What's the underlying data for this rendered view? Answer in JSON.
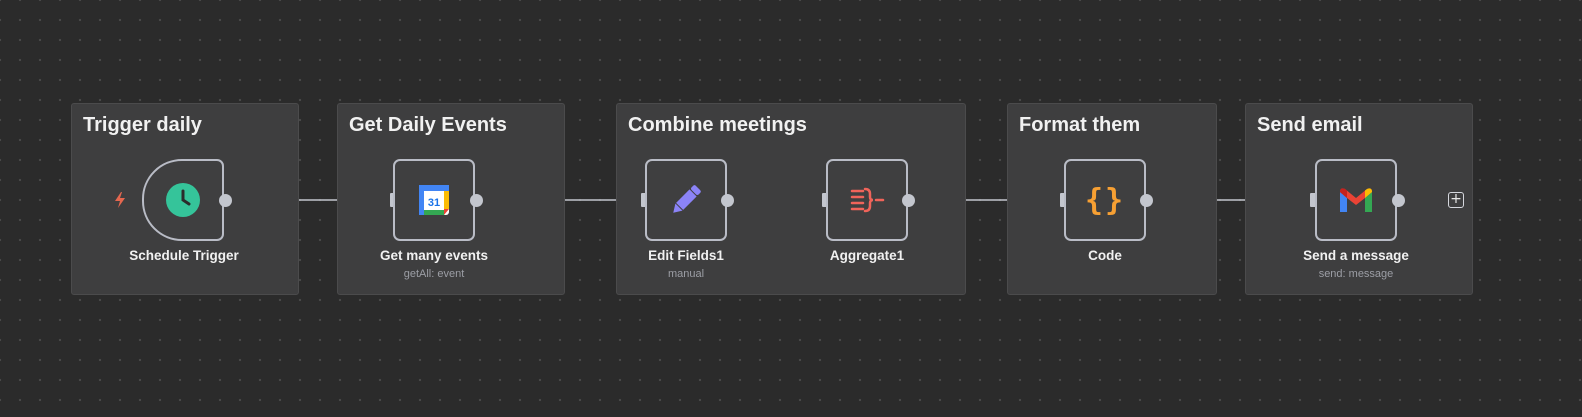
{
  "groups": [
    {
      "title": "Trigger daily"
    },
    {
      "title": "Get Daily Events"
    },
    {
      "title": "Combine meetings"
    },
    {
      "title": "Format them"
    },
    {
      "title": "Send email"
    }
  ],
  "nodes": {
    "schedule": {
      "label": "Schedule Trigger",
      "icon": "clock-icon"
    },
    "calendar": {
      "label": "Get many events",
      "sub": "getAll: event",
      "icon": "google-calendar-icon",
      "icon_text": "31"
    },
    "edit": {
      "label": "Edit Fields1",
      "sub": "manual",
      "icon": "pencil-icon"
    },
    "aggregate": {
      "label": "Aggregate1",
      "icon": "aggregate-icon"
    },
    "code": {
      "label": "Code",
      "icon": "code-braces-icon",
      "icon_text": "{}"
    },
    "gmail": {
      "label": "Send a message",
      "sub": "send: message",
      "icon": "gmail-icon"
    }
  },
  "add_button": "+",
  "colors": {
    "background": "#2b2b2b",
    "group_bg": "#3e3e3f",
    "node_border": "#b9bcc6",
    "trigger_green": "#35c49a",
    "bolt": "#e4674f",
    "pencil": "#8b83f7",
    "aggregate": "#f0645a",
    "code": "#f7a033"
  }
}
